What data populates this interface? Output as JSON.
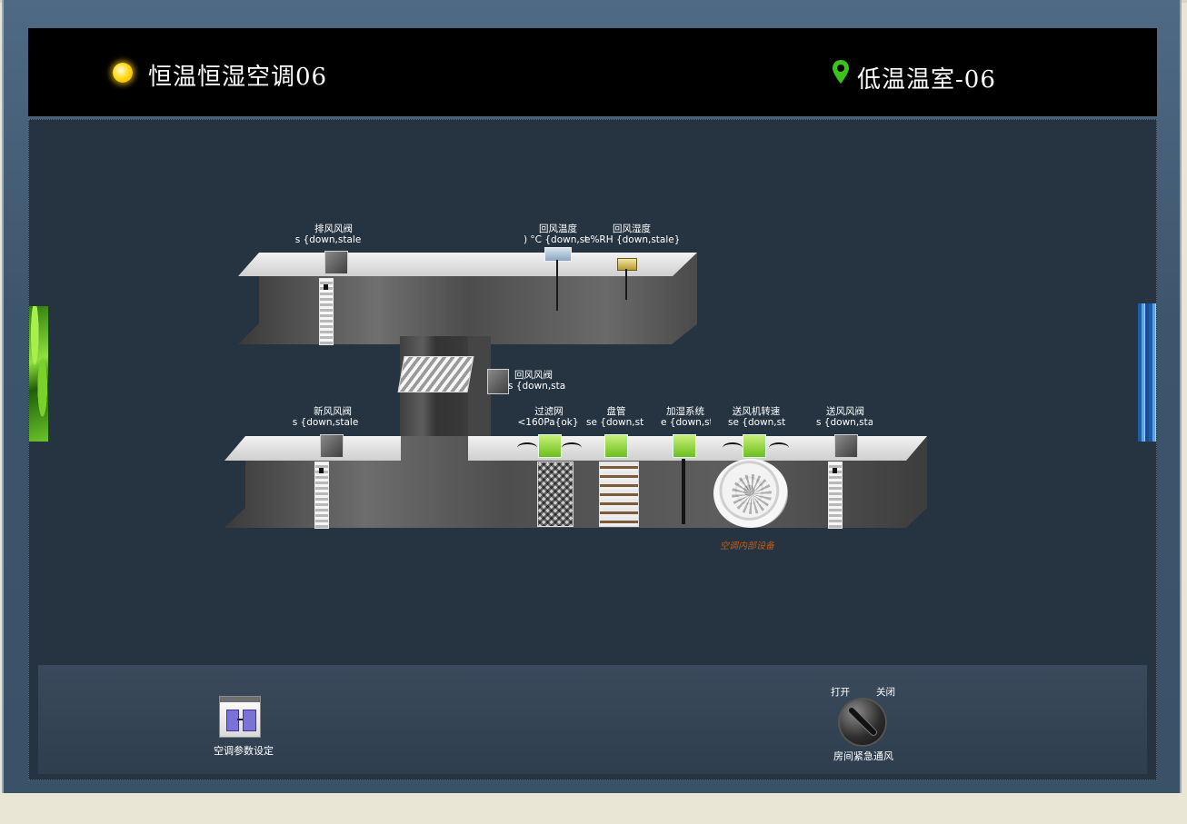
{
  "header": {
    "title": "恒温恒湿空调06",
    "location": "低温温室-06"
  },
  "diagram": {
    "exhaust_damper": {
      "label": "排风风阀",
      "status": "s {down,stale"
    },
    "return_temp": {
      "label": "回风温度",
      "status": ") °C {down,stale"
    },
    "return_humidity": {
      "label": "回风湿度",
      "status": "e%RH {down,stale}"
    },
    "return_damper": {
      "label": "回风风阀",
      "status": "s {down,stale"
    },
    "fresh_damper": {
      "label": "新风风阀",
      "status": "s {down,stale"
    },
    "filter": {
      "label": "过滤网",
      "status": "<160Pa{ok}"
    },
    "coil": {
      "label": "盘管",
      "status": "se {down,sta"
    },
    "humidifier": {
      "label": "加湿系统",
      "status": "e {down,st"
    },
    "fan_speed": {
      "label": "送风机转速",
      "status": "se {down,sta"
    },
    "supply_damper": {
      "label": "送风风阀",
      "status": "s {down,stal"
    },
    "equipment_note": "空调内部设备"
  },
  "footer": {
    "settings_label": "空调参数设定",
    "knob_open": "打开",
    "knob_close": "关闭",
    "knob_label": "房间紧急通风"
  }
}
